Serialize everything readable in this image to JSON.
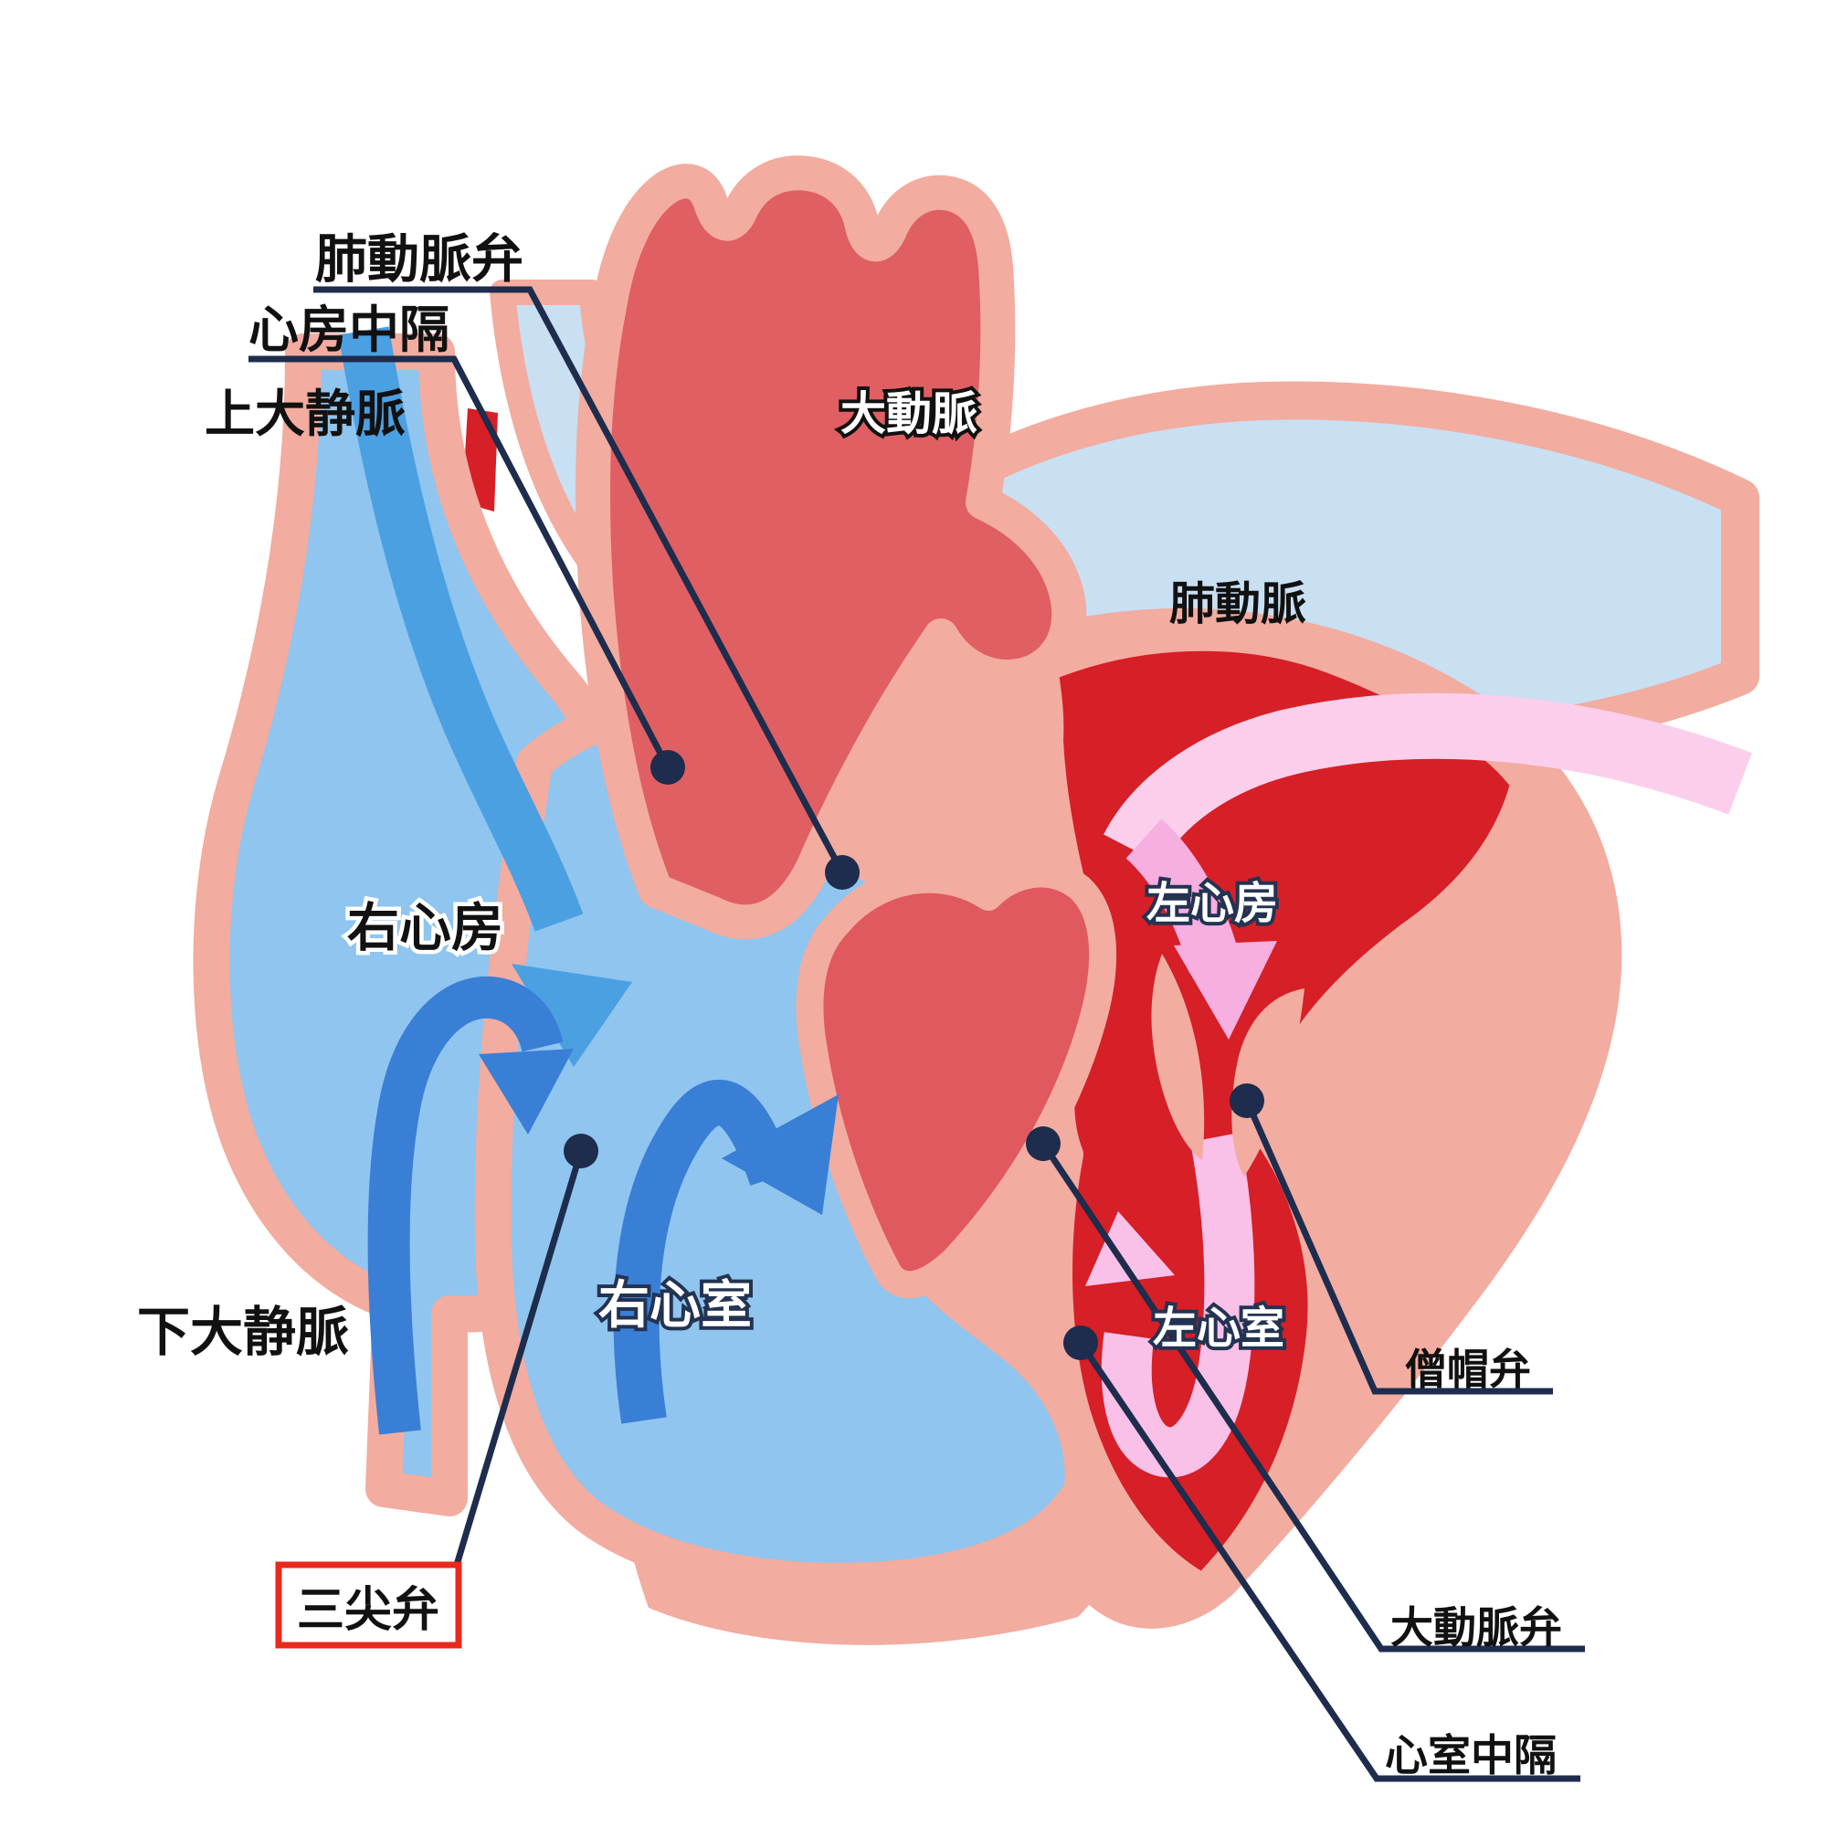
{
  "labels": {
    "aorta": "大動脈",
    "pulmonary_artery": "肺動脈",
    "right_atrium": "右心房",
    "right_ventricle": "右心室",
    "left_atrium": "左心房",
    "left_ventricle": "左心室",
    "pulmonary_valve": "肺動脈弁",
    "atrial_septum": "心房中隔",
    "superior_vena_cava": "上大静脈",
    "inferior_vena_cava": "下大静脈",
    "tricuspid_valve": "三尖弁",
    "mitral_valve": "僧帽弁",
    "aortic_valve": "大動脈弁",
    "ventricular_septum": "心室中隔"
  },
  "highlight": {
    "boxed_label": "三尖弁",
    "box_border_color": "#e8291c"
  },
  "colors": {
    "background": "#ffffff",
    "heart_wall_pink": "#f2aca0",
    "venous_blue": "#8fc5ef",
    "pulmonary_artery_pale_blue": "#c9dff2",
    "svc_flow_blue": "#4ba0e2",
    "flow_arrow_blue": "#3a7fd6",
    "aorta_red": "#e05f63",
    "oxygenated_dark_red": "#d61f26",
    "pulmonary_vein_ribbon_pink": "#fbcfec",
    "flow_arrow_pink": "#f7aee0",
    "lv_flow_arrow_pink": "#f9c0e8",
    "leader_line_navy": "#1e2c4d",
    "label_black": "#111111"
  }
}
